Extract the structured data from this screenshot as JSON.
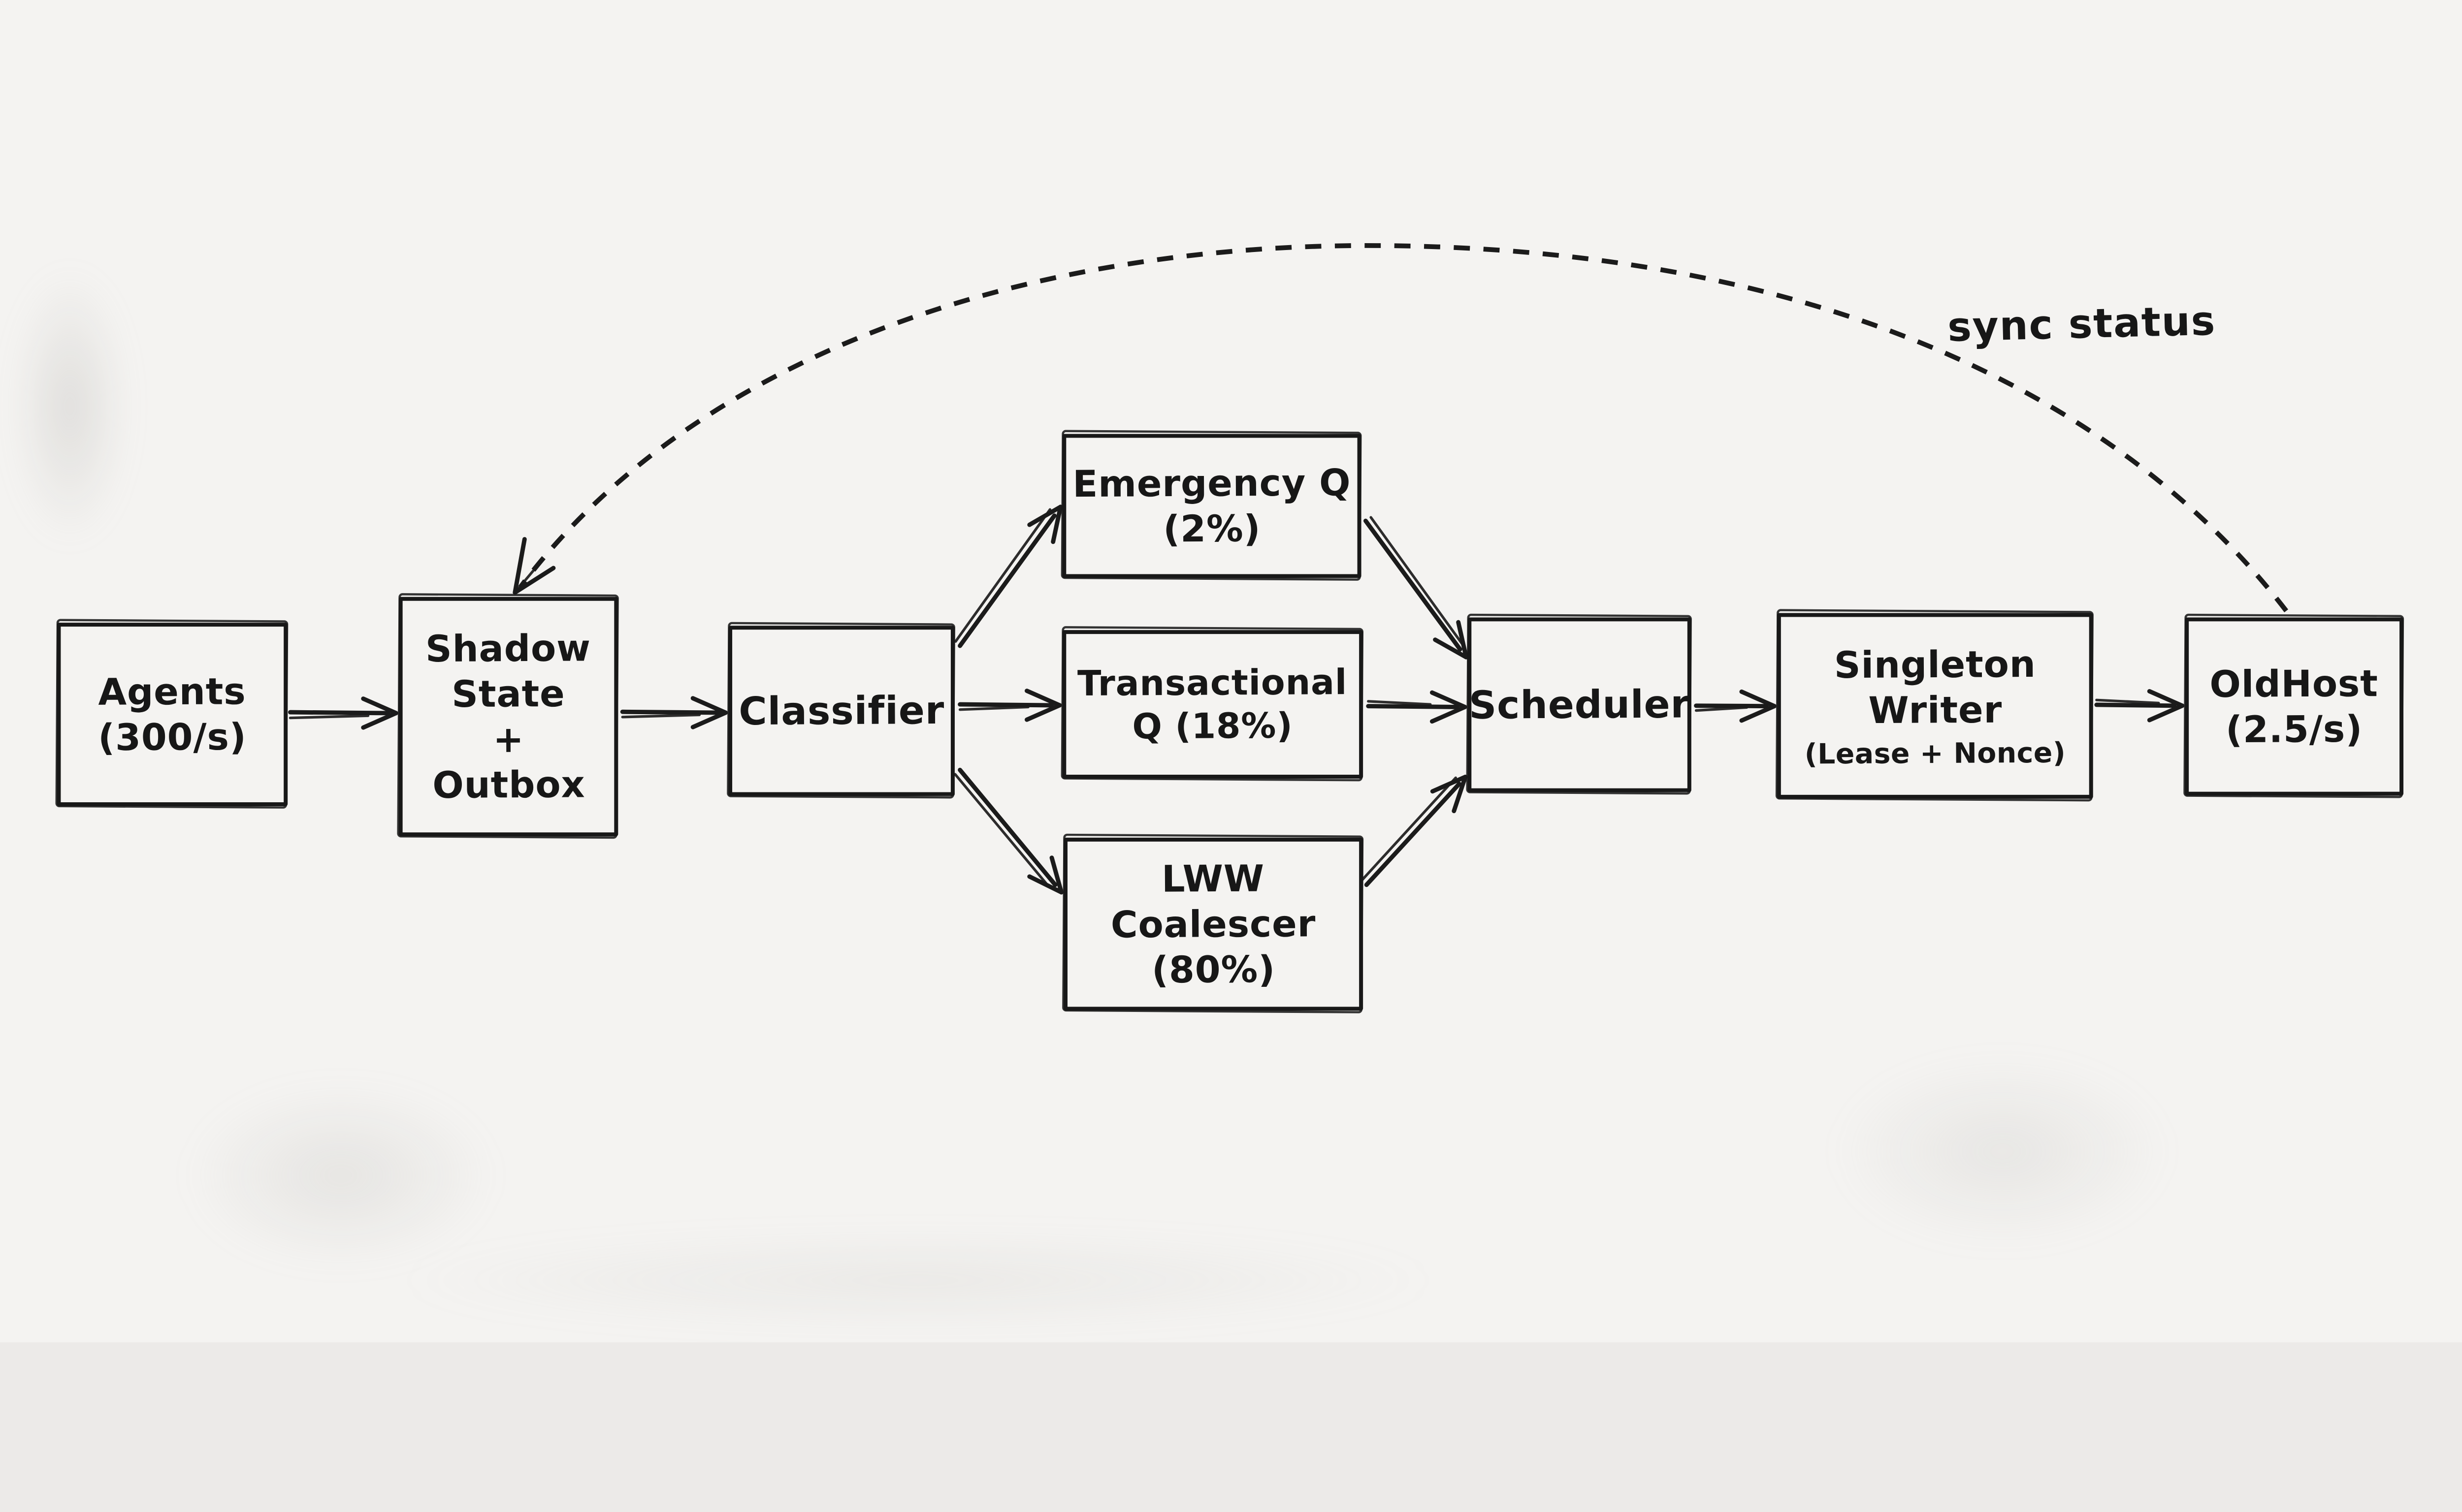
{
  "diagram": {
    "background_color": "#f4f3f1",
    "ink_color": "#1b1b1b",
    "nodes": {
      "agents": {
        "label": "Agents\n(300/s)"
      },
      "shadow_state": {
        "label": "Shadow\nState\n+\nOutbox"
      },
      "classifier": {
        "label": "Classifier"
      },
      "emergency_q": {
        "label": "Emergency Q\n(2%)"
      },
      "transactional_q": {
        "label": "Transactional\nQ (18%)"
      },
      "lww_coalescer": {
        "label": "LWW\nCoalescer\n(80%)"
      },
      "scheduler": {
        "label": "Scheduler"
      },
      "singleton_writer": {
        "label": "Singleton\nWriter",
        "sublabel": "(Lease + Nonce)"
      },
      "oldhost": {
        "label": "OldHost\n(2.5/s)"
      }
    },
    "edges": [
      {
        "id": "agents-to-shadow-state",
        "from": "agents",
        "to": "shadow_state",
        "style": "solid"
      },
      {
        "id": "shadow-state-to-classifier",
        "from": "shadow_state",
        "to": "classifier",
        "style": "solid"
      },
      {
        "id": "classifier-to-emergency-q",
        "from": "classifier",
        "to": "emergency_q",
        "style": "solid"
      },
      {
        "id": "classifier-to-transactional",
        "from": "classifier",
        "to": "transactional_q",
        "style": "solid"
      },
      {
        "id": "classifier-to-lww-coalescer",
        "from": "classifier",
        "to": "lww_coalescer",
        "style": "solid"
      },
      {
        "id": "emergency-q-to-scheduler",
        "from": "emergency_q",
        "to": "scheduler",
        "style": "solid"
      },
      {
        "id": "transactional-to-scheduler",
        "from": "transactional_q",
        "to": "scheduler",
        "style": "solid"
      },
      {
        "id": "lww-coalescer-to-scheduler",
        "from": "lww_coalescer",
        "to": "scheduler",
        "style": "solid"
      },
      {
        "id": "scheduler-to-singleton",
        "from": "scheduler",
        "to": "singleton_writer",
        "style": "solid"
      },
      {
        "id": "singleton-to-oldhost",
        "from": "singleton_writer",
        "to": "oldhost",
        "style": "solid"
      },
      {
        "id": "oldhost-to-shadow-state",
        "from": "oldhost",
        "to": "shadow_state",
        "style": "dashed",
        "label": "sync status"
      }
    ]
  }
}
